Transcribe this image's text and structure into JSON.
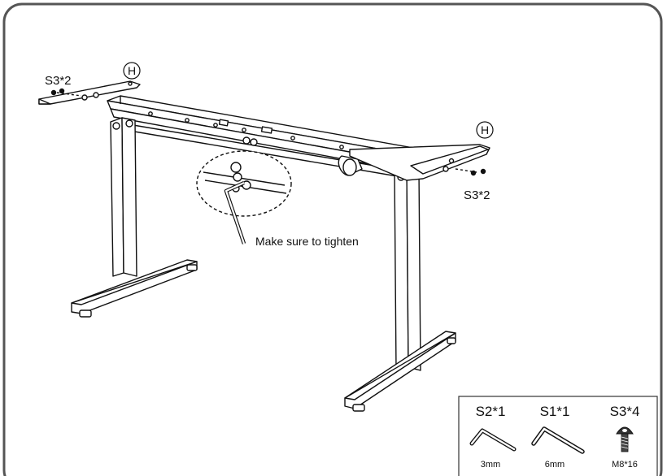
{
  "diagram": {
    "callouts": {
      "left_screw": "S3*2",
      "right_screw": "S3*2",
      "left_part": "H",
      "right_part": "H",
      "tighten_note": "Make sure to tighten"
    },
    "parts_box": {
      "items": [
        {
          "code": "S2*1",
          "size": "3mm",
          "icon": "hex-key-icon"
        },
        {
          "code": "S1*1",
          "size": "6mm",
          "icon": "hex-key-icon"
        },
        {
          "code": "S3*4",
          "size": "M8*16",
          "icon": "screw-icon"
        }
      ]
    }
  }
}
